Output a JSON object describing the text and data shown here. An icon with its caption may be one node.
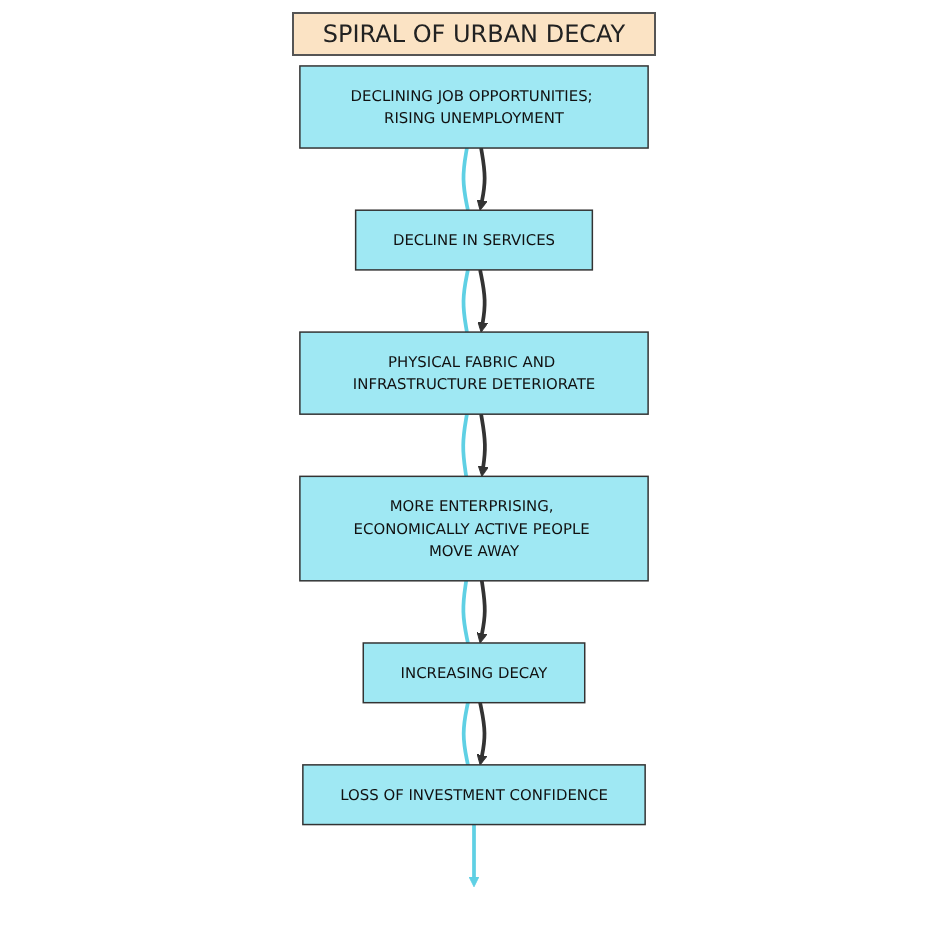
{
  "diagram": {
    "title": "SPIRAL OF URBAN DECAY",
    "nodes": [
      {
        "text": [
          "DECLINING JOB OPPORTUNITIES; RISING UNEMPLOYMENT"
        ]
      },
      {
        "text": [
          "DECLINE IN SERVICES"
        ]
      },
      {
        "text": [
          "PHYSICAL FABRIC AND INFRASTRUCTURE DETERIORATE"
        ]
      },
      {
        "text": [
          "MORE ENTERPRISING, ECONOMICALLY ACTIVE PEOPLE MOVE AWAY"
        ]
      },
      {
        "text": [
          "INCREASING DECAY"
        ]
      },
      {
        "text": [
          "LOSS OF INVESTMENT CONFIDENCE"
        ]
      }
    ],
    "edges": [
      {
        "from": 0,
        "to": 1,
        "arrow": "none"
      },
      {
        "from": 1,
        "to": 2,
        "arrow": "none"
      },
      {
        "from": 2,
        "to": 3,
        "arrow": "none"
      },
      {
        "from": 3,
        "to": 4,
        "arrow": "none"
      },
      {
        "from": 4,
        "to": 5,
        "arrow": "none"
      },
      {
        "from": 5,
        "to": null,
        "arrow": "to"
      },
      {
        "from": 0,
        "to": 1,
        "arrow": "to",
        "color": "#333333"
      },
      {
        "from": 1,
        "to": 2,
        "arrow": "to",
        "color": "#333333"
      },
      {
        "from": 2,
        "to": 3,
        "arrow": "to",
        "color": "#333333"
      },
      {
        "from": 3,
        "to": 4,
        "arrow": "to",
        "color": "#333333"
      },
      {
        "from": 4,
        "to": 5,
        "arrow": "to",
        "color": "#333333"
      }
    ]
  }
}
